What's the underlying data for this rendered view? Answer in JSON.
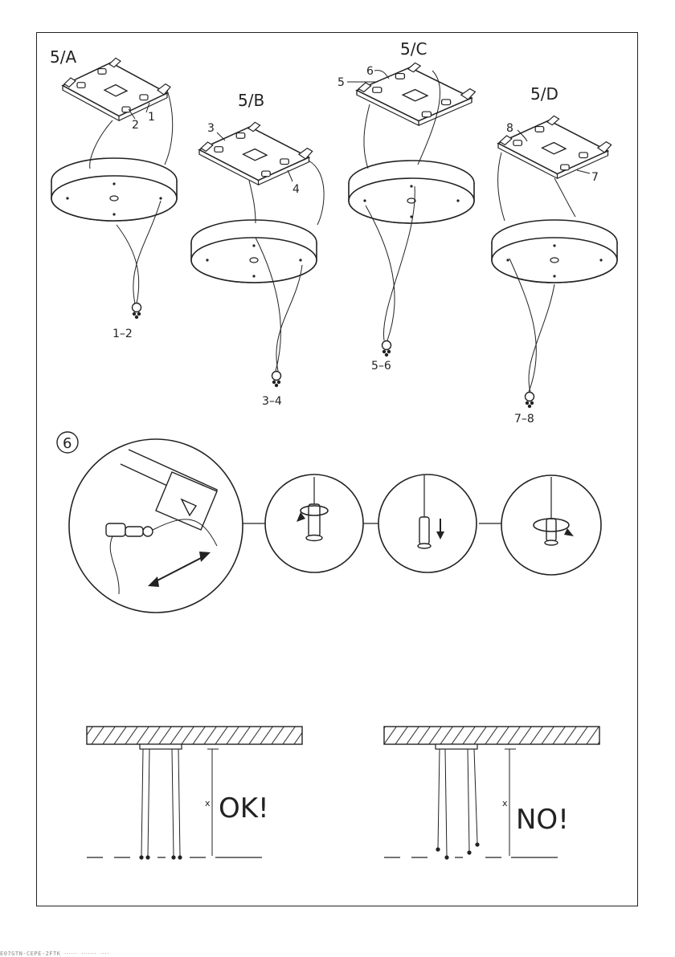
{
  "step_a": {
    "label": "5/A",
    "callout_1": "1",
    "callout_2": "2",
    "pair": "1–2"
  },
  "step_b": {
    "label": "5/B",
    "callout_3": "3",
    "callout_4": "4",
    "pair": "3–4"
  },
  "step_c": {
    "label": "5/C",
    "callout_5": "5",
    "callout_6": "6",
    "pair": "5–6"
  },
  "step_d": {
    "label": "5/D",
    "callout_7": "7",
    "callout_8": "8",
    "pair": "7–8"
  },
  "step6": {
    "number": "6"
  },
  "level_ok": {
    "dim": "x",
    "verdict": "OK!"
  },
  "level_no": {
    "dim": "x",
    "verdict": "NO!"
  },
  "footer": {
    "text": "E07GTN-CEPE-2FTK  ‧‧‧‧‧‧  ‧‧‧‧‧‧‧  ‧‧‧‧"
  }
}
